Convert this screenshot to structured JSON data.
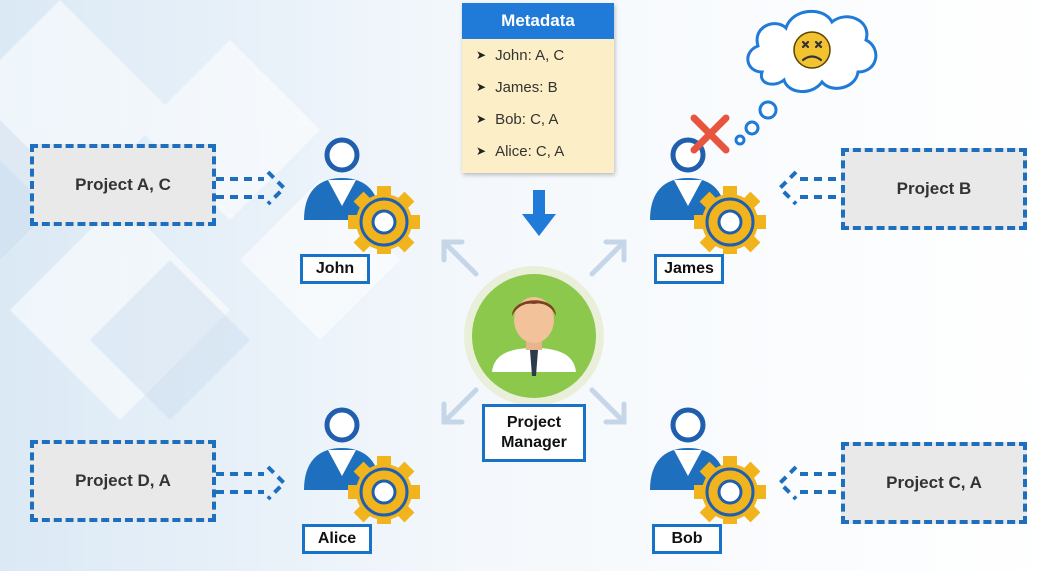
{
  "metadata": {
    "title": "Metadata",
    "entries": [
      "John: A, C",
      "James: B",
      "Bob: C, A",
      "Alice: C, A"
    ]
  },
  "projects": {
    "john": "Project A, C",
    "james": "Project B",
    "alice": "Project D, A",
    "bob": "Project C, A"
  },
  "people": {
    "john": "John",
    "james": "James",
    "alice": "Alice",
    "bob": "Bob"
  },
  "manager": {
    "label": "Project Manager"
  },
  "icons": {
    "person": "person-gear-icon",
    "manager": "manager-avatar-icon",
    "sad": "sad-face-thought-icon",
    "reject": "red-x-icon"
  },
  "colors": {
    "blue": "#1f6fbf",
    "gear": "#f2b41c",
    "manager_circle": "#8cc84b",
    "reject": "#e8553e"
  }
}
